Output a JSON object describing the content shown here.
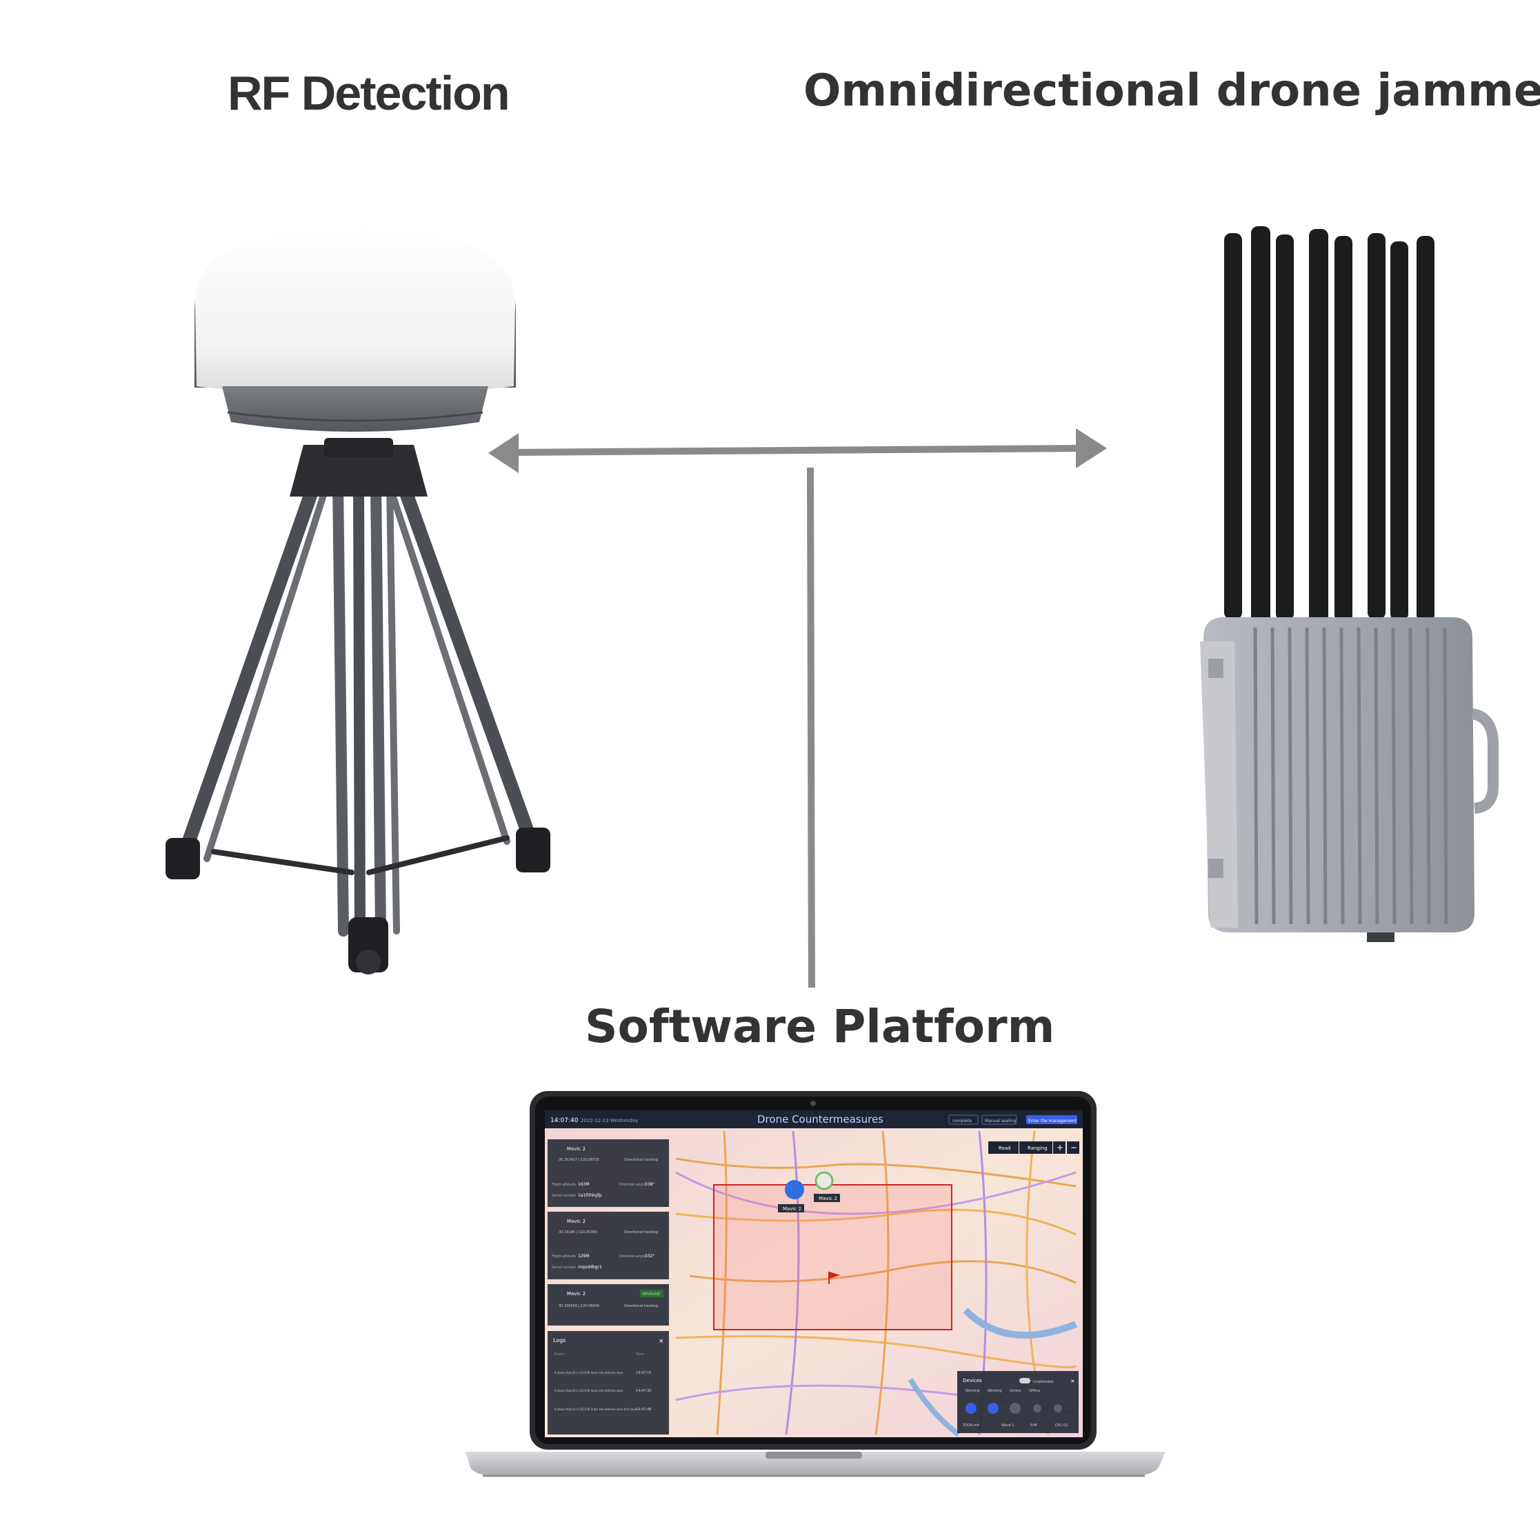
{
  "labels": {
    "rf_detection": "RF Detection",
    "jammer": "Omnidirectional drone jammer",
    "software": "Software Platform"
  },
  "screen": {
    "app_title": "Drone Countermeasures",
    "clock": "14:07:40",
    "date": "2022-12-13 Wednesday",
    "btn_complete": "complete",
    "btn_manual": "Manual sealing",
    "btn_enter": "Enter the management",
    "tool_road": "Road",
    "tool_ranging": "Ranging",
    "cards": [
      {
        "title": "Mavic 2",
        "coords": "30.353427 | 120.08715",
        "mode": "Directional tracking",
        "alt_label": "Flight altitude",
        "alt": "163M",
        "dir_label": "Direction angle",
        "dir": "338°",
        "sn_label": "Serial number",
        "sn": "1a1f0hbgfp"
      },
      {
        "title": "Mavic 2",
        "coords": "30.33184 | 120.05365",
        "mode": "Directional tracking",
        "alt_label": "Flight altitude",
        "alt": "129M",
        "dir_label": "Direction angle",
        "dir": "332°",
        "sn_label": "Serial number",
        "sn": "mqoddbgr1"
      },
      {
        "title": "Mavic 2",
        "coords": "30.335656 | 120.08048",
        "mode": "Directional tracking",
        "badge": "Whitelist"
      }
    ],
    "logs_title": "Logs",
    "logs_col_event": "Event",
    "logs_col_time": "Time",
    "logs": [
      {
        "text": "A drone that ID is 153178 leave the defense zone",
        "time": "14:47:15"
      },
      {
        "text": "A drone that ID is 153178 leave the defense zone",
        "time": "14:47:30"
      },
      {
        "text": "A drone that ID is 153178 enter the defense zone first zone",
        "time": "14:47:48"
      }
    ],
    "devices_title": "Devices",
    "devices_toggle": "Unattended",
    "devices_legend": [
      "Working",
      "Working",
      "Online",
      "Offline"
    ],
    "devices_footer": [
      "TDOA-m4",
      "Wave 1",
      "R-M",
      "D01-01"
    ],
    "map_tags": [
      "Mavic 2",
      "Mavic 2"
    ]
  },
  "colors": {
    "arrow": "#8a8a8a",
    "label_text": "#333333",
    "defense_zone": "#cc2222"
  }
}
